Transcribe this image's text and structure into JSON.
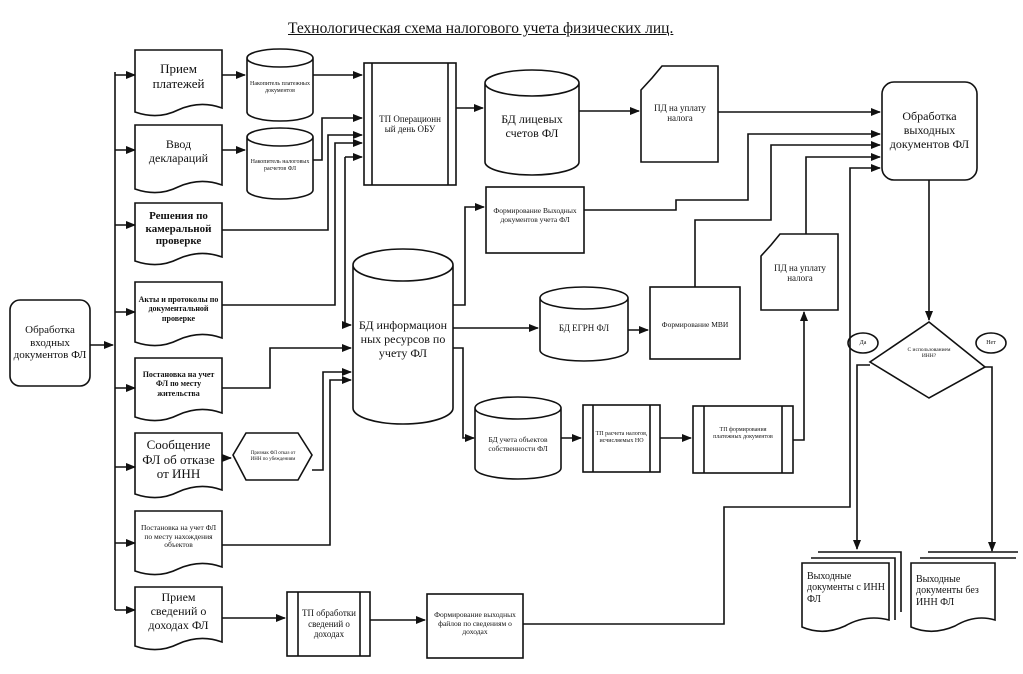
{
  "title": "Технологическая схема налогового учета физических лиц.",
  "nodes": {
    "input_docs": "Обработка входных документов ФЛ",
    "payments": "Прием платежей",
    "payments_store": "Накопитель платежных документов",
    "declarations": "Ввод деклараций",
    "declarations_store": "Накопитель налоговых расчетов ФЛ",
    "tp_day": "ТП Операционн ый день ОБУ",
    "db_accounts": "БД лицевых счетов ФЛ",
    "pd_payment_1": "ПД на уплату налога",
    "output_processing": "Обработка выходных документов ФЛ",
    "camera_check": "Решения по камеральной проверке",
    "doc_check": "Акты и протоколы по документальной проверке",
    "reg_residence": "Постановка на учет ФЛ по месту жительства",
    "inn_refusal": "Сообщение ФЛ об отказе от ИНН",
    "refusal_sign": "Признак ФЛ отказ от ИНН по убеждениям",
    "reg_objects": "Постановка на учет ФЛ по месту нахождения объектов",
    "income_info": "Прием сведений о доходах ФЛ",
    "tp_income": "ТП обработки сведений о доходах",
    "form_income_files": "Формирование выходных файлов по сведениям о доходах",
    "form_output_docs": "Формирование Выходных документов учета ФЛ",
    "db_info": "БД информацион ных ресурсов по учету ФЛ",
    "db_egrn": "БД ЕГРН ФЛ",
    "form_mvi": "Формирование МВИ",
    "pd_payment_2": "ПД на уплату налога",
    "db_property": "БД учета объектов собственности ФЛ",
    "tp_tax_calc": "ТП расчета налогов, исчисляемых НО",
    "tp_payment_docs": "ТП формирования платежных документов",
    "decision": "С использованием ИНН?",
    "yes": "Да",
    "no": "Нет",
    "out_with_inn": "Выходные документы с ИНН ФЛ",
    "out_without_inn": "Выходные документы без ИНН ФЛ"
  }
}
